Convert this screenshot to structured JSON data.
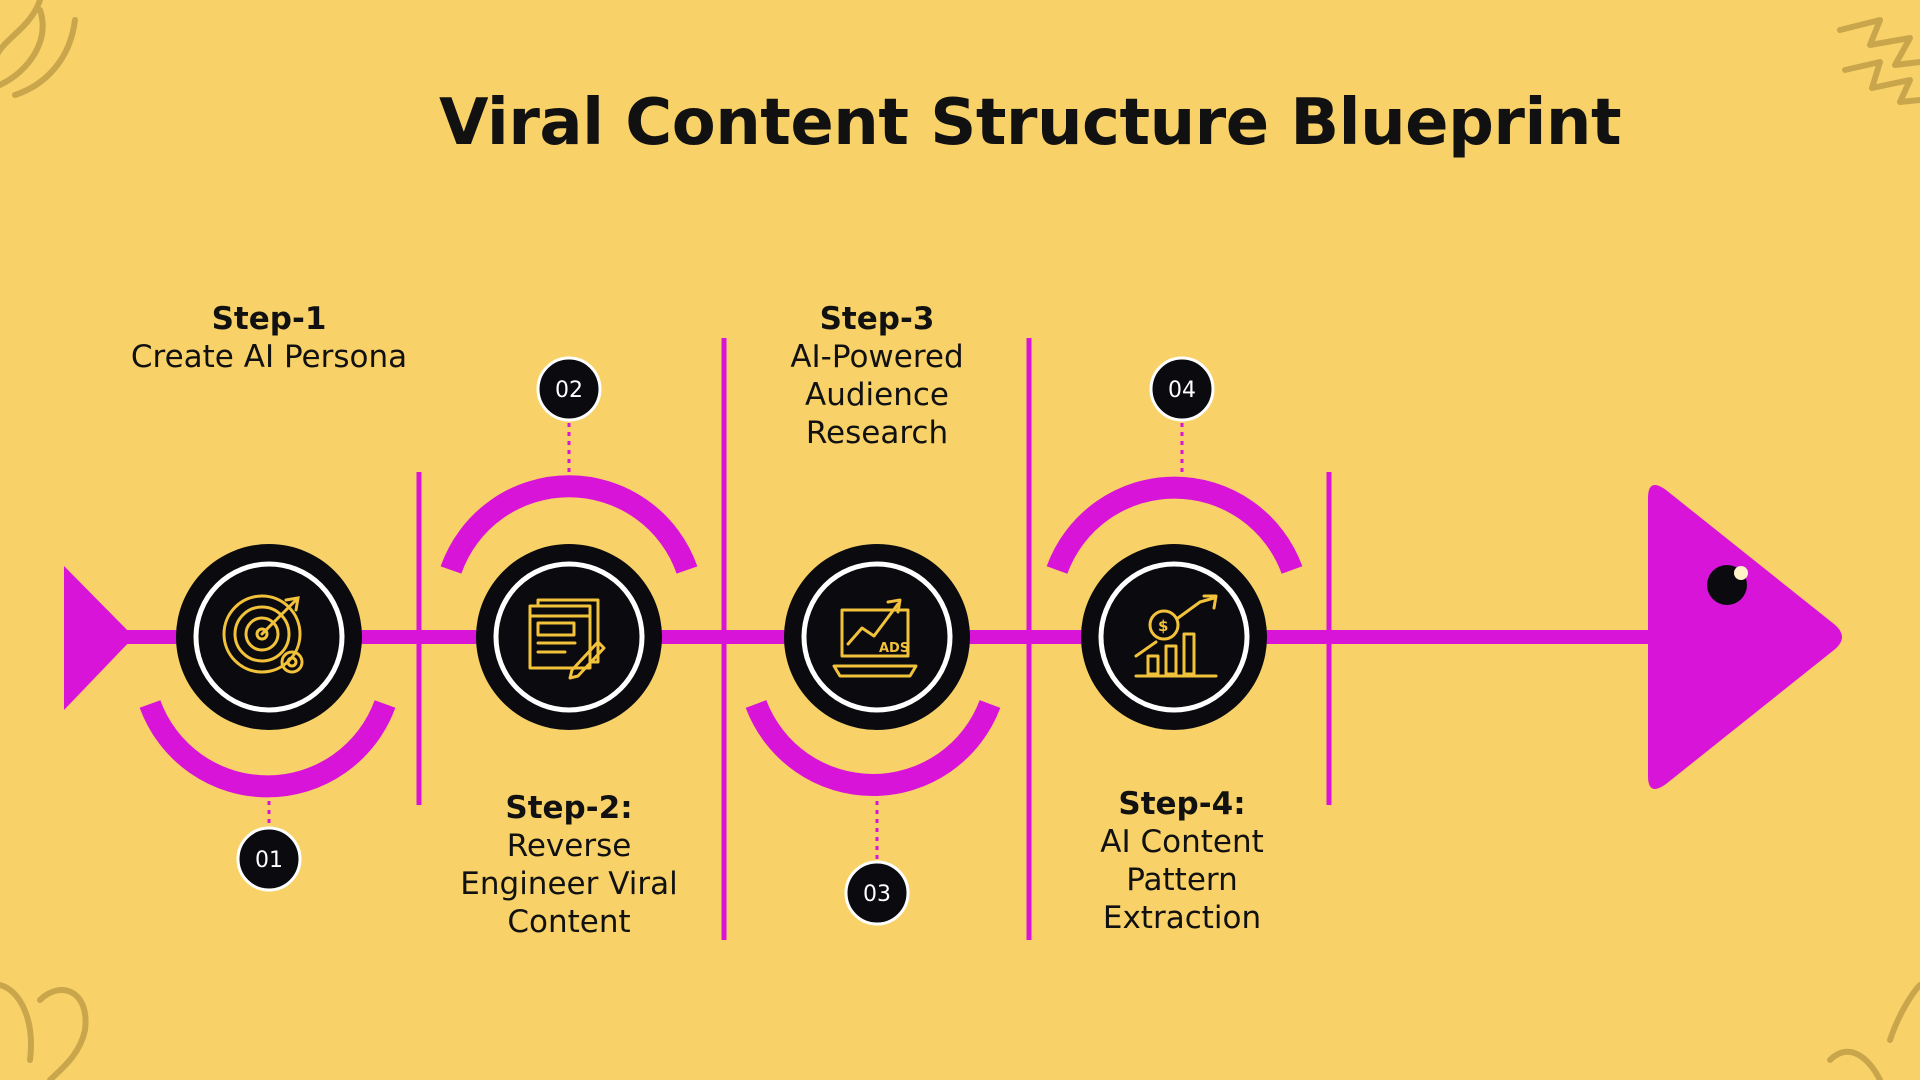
{
  "title": "Viral Content Structure Blueprint",
  "colors": {
    "background": "#f8d268",
    "accent": "#d814d8",
    "node": "#0a0a0f",
    "icon": "#f2c23b",
    "text": "#111111"
  },
  "steps": [
    {
      "number": "01",
      "heading": "Step-1",
      "description": "Create AI Persona",
      "icon": "target-gear-icon"
    },
    {
      "number": "02",
      "heading": "Step-2:",
      "description": "Reverse Engineer Viral Content",
      "icon": "document-edit-icon"
    },
    {
      "number": "03",
      "heading": "Step-3",
      "description": "AI-Powered Audience Research",
      "icon": "laptop-ads-icon"
    },
    {
      "number": "04",
      "heading": "Step-4:",
      "description": "AI Content Pattern Extraction",
      "icon": "money-growth-chart-icon"
    }
  ]
}
